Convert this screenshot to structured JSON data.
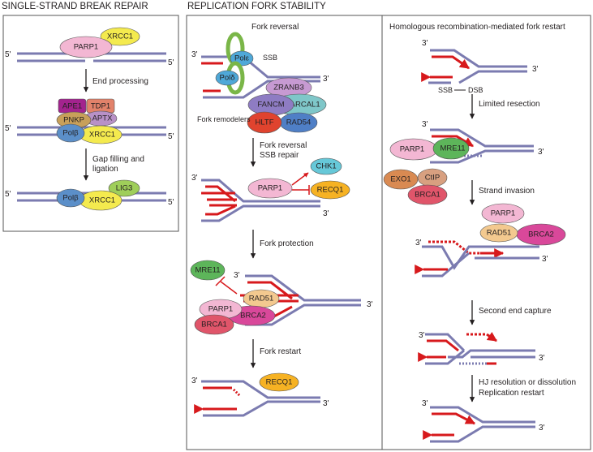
{
  "sections": {
    "ssbr": "SINGLE-STRAND BREAK REPAIR",
    "rfs": "REPLICATION FORK STABILITY"
  },
  "panels": {
    "fork_reversal": "Fork reversal",
    "hr_restart": "Homologous recombination-mediated fork restart"
  },
  "strand_ends": {
    "five_prime": "5'",
    "three_prime": "3'"
  },
  "steps": {
    "end_processing": "End processing",
    "gap_filling_1": "Gap filling and",
    "gap_filling_2": "ligation",
    "fork_reversal_ssb_1": "Fork reversal",
    "fork_reversal_ssb_2": "SSB repair",
    "fork_protection": "Fork protection",
    "fork_restart": "Fork restart",
    "limited_resection": "Limited resection",
    "strand_invasion": "Strand invasion",
    "second_end_capture": "Second end capture",
    "hj_1": "HJ  resolution or dissolution",
    "hj_2": "Replication restart"
  },
  "labels": {
    "ssb": "SSB",
    "dsb": "DSB",
    "fork_remodelers": "Fork remodelers"
  },
  "proteins": {
    "parp1": "PARP1",
    "xrcc1": "XRCC1",
    "ape1": "APE1",
    "tdp1": "TDP1",
    "pnkp": "PNKP",
    "aptx": "APTX",
    "polb": "Polβ",
    "lig3": "LIG3",
    "pole": "Polε",
    "pold": "Polδ",
    "zranb3": "ZRANB3",
    "fancm": "FANCM",
    "smarcal1": "SMARCAL1",
    "hltf": "HLTF",
    "rad54": "RAD54",
    "chk1": "CHK1",
    "recq1": "RECQ1",
    "mre11": "MRE11",
    "rad51": "RAD51",
    "brca2": "BRCA2",
    "brca1": "BRCA1",
    "exo1": "EXO1",
    "ctip": "CtIP"
  },
  "colors": {
    "dna": "#7b7bb0",
    "new_strand": "#d7191c",
    "parp1": "#f3b7d3",
    "xrcc1": "#f4ea4e",
    "ape1": "#a3238e",
    "tdp1": "#e2826a",
    "pnkp": "#c8a05a",
    "aptx": "#b891c7",
    "polb": "#5b8fc9",
    "lig3": "#9fce5a",
    "zranb3": "#c79ad2",
    "fancm": "#8e7cc3",
    "smarcal1": "#7fc7c9",
    "hltf": "#e0432e",
    "rad54": "#4f7fc6",
    "chk1": "#66c8d8",
    "recq1": "#f6b223",
    "mre11": "#5db55a",
    "rad51": "#f3c98f",
    "brca2": "#d9489a",
    "brca1": "#e0556a",
    "exo1": "#d98a52",
    "ctip": "#d8a080"
  }
}
